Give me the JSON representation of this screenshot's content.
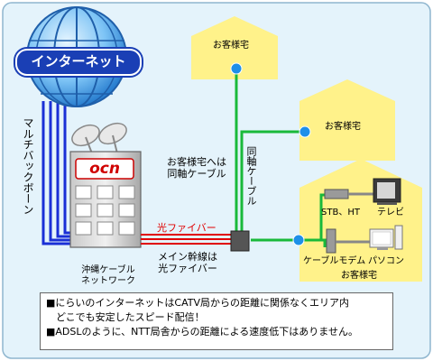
{
  "labels": {
    "internet": "インターネット",
    "backbone": "マルチバックボーン",
    "ocn": "ocn",
    "center": "沖縄ケーブル\nネットワーク",
    "fiber": "光ファイバー",
    "main_line": "メイン幹線は\n光ファイバー",
    "to_home_coax": "お客様宅へは\n同軸ケーブル",
    "coax": "同軸ケーブル",
    "home": "お客様宅",
    "stb": "STB、HT",
    "tv": "テレビ",
    "modem": "ケーブルモデム",
    "pc": "パソコン"
  },
  "notes": [
    "■にらいのインターネットはCATV局からの距離に関係なくエリア内",
    "　どこでも安定したスピード配信！",
    "■ADSLのように、NTT局舎からの距離による速度低下はありません。"
  ],
  "colors": {
    "background": "#e4f3fb",
    "backbone": "#1a2fd6",
    "fiber": "#e00000",
    "coax": "#19b93a",
    "node": "#1e8fe8",
    "house": "#fff28a"
  }
}
